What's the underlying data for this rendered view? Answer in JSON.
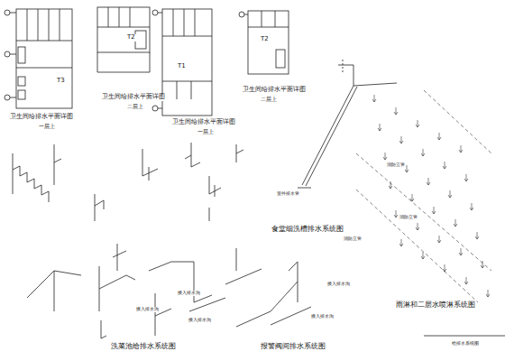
{
  "diagram": {
    "labels": [
      "T3",
      "T2",
      "T1",
      "T2",
      "卫生间给排水平面详图",
      "一层上",
      "卫生间给排水平面详图",
      "二层上",
      "卫生间给排水平面详图",
      "一层上",
      "卫生间给排水平面详图",
      "二层上",
      "食堂细洗槽排水系统图",
      "洗菜池给排水系统图",
      "报警阀间排水系统图",
      "雨淋和二层水喷淋系统图",
      "接入排水沟",
      "接入排水沟",
      "接入排水沟",
      "接入排水沟",
      "接入排水沟",
      "室外排水管",
      "消防立管",
      "消防立管",
      "消防立管",
      "给排水系统图"
    ]
  }
}
